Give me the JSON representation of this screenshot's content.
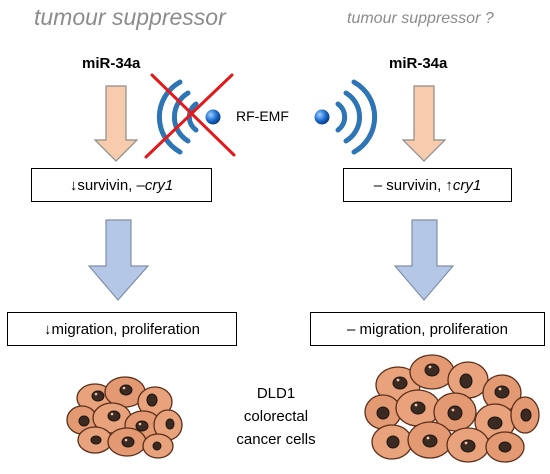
{
  "headers": {
    "left": "tumour suppressor",
    "right": "tumour suppressor ?"
  },
  "left_column": {
    "mirna": "miR-34a",
    "effect_1": {
      "prefix": "↓survivin, – ",
      "gene": "cry1"
    },
    "effect_2": "↓migration, proliferation"
  },
  "right_column": {
    "mirna": "miR-34a",
    "effect_1": {
      "prefix": "– survivin, ↑ ",
      "gene": "cry1"
    },
    "effect_2": "– migration, proliferation"
  },
  "center": {
    "rf_label": "RF-EMF",
    "cells_label": [
      "DLD1",
      "colorectal",
      "cancer cells"
    ]
  },
  "colors": {
    "header_text": "#8c8c8c",
    "small_arrow_fill": "#f8cbad",
    "large_arrow_fill": "#b4c7e7",
    "wave_blue": "#2e75b6",
    "cross_red": "#e31a1c",
    "cell_fill": "#e8a27c",
    "nucleus_fill": "#3a2a22"
  }
}
